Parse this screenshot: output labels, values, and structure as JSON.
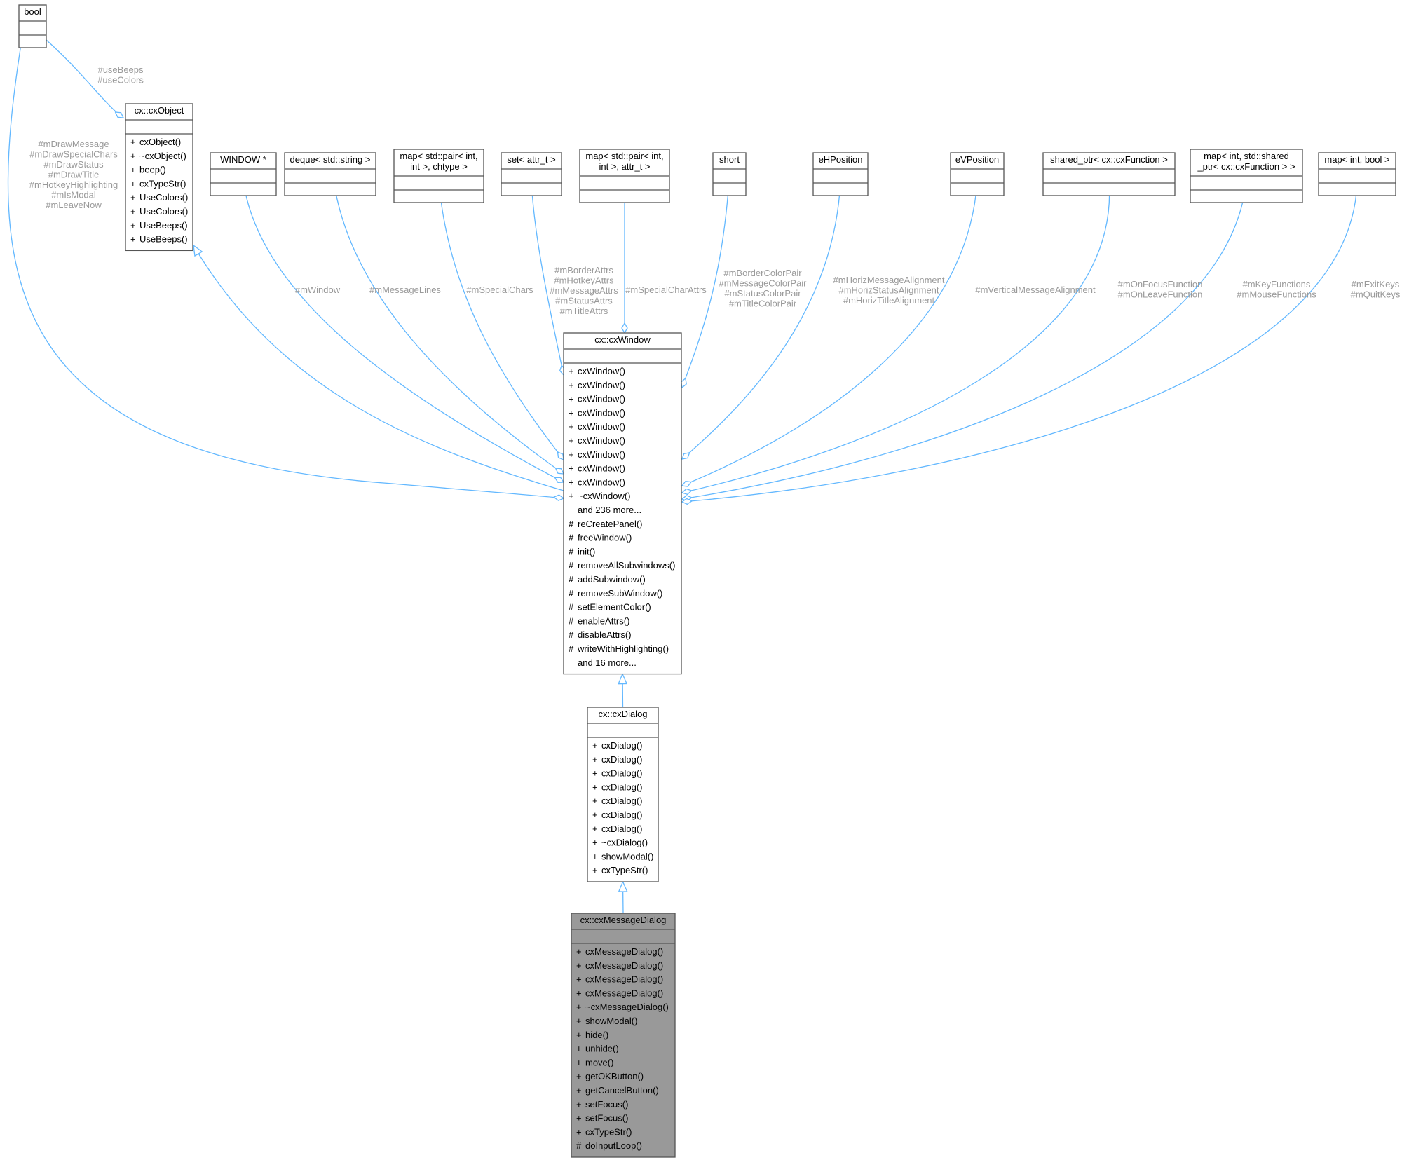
{
  "classes": {
    "bool": {
      "title": [
        "bool"
      ],
      "members": []
    },
    "cxObject": {
      "title": [
        "cx::cxObject"
      ],
      "members": [
        {
          "v": "+",
          "n": "cxObject()"
        },
        {
          "v": "+",
          "n": "~cxObject()"
        },
        {
          "v": "+",
          "n": "beep()"
        },
        {
          "v": "+",
          "n": "cxTypeStr()"
        },
        {
          "v": "+",
          "n": "UseColors()"
        },
        {
          "v": "+",
          "n": "UseColors()"
        },
        {
          "v": "+",
          "n": "UseBeeps()"
        },
        {
          "v": "+",
          "n": "UseBeeps()"
        }
      ]
    },
    "window_ptr": {
      "title": [
        "WINDOW *"
      ],
      "members": []
    },
    "deque": {
      "title": [
        "deque< std::string >"
      ],
      "members": []
    },
    "map_chtype": {
      "title": [
        "map< std::pair< int,",
        "int >, chtype >"
      ],
      "members": []
    },
    "set_attr": {
      "title": [
        "set< attr_t >"
      ],
      "members": []
    },
    "map_attr": {
      "title": [
        "map< std::pair< int,",
        "int >, attr_t >"
      ],
      "members": []
    },
    "short": {
      "title": [
        "short"
      ],
      "members": []
    },
    "ehpos": {
      "title": [
        "eHPosition"
      ],
      "members": []
    },
    "evpos": {
      "title": [
        "eVPosition"
      ],
      "members": []
    },
    "shared_fn": {
      "title": [
        "shared_ptr< cx::cxFunction >"
      ],
      "members": []
    },
    "map_shared": {
      "title": [
        "map< int, std::shared",
        "_ptr< cx::cxFunction > >"
      ],
      "members": []
    },
    "map_bool": {
      "title": [
        "map< int, bool >"
      ],
      "members": []
    },
    "cxWindow": {
      "title": [
        "cx::cxWindow"
      ],
      "members": [
        {
          "v": "+",
          "n": "cxWindow()"
        },
        {
          "v": "+",
          "n": "cxWindow()"
        },
        {
          "v": "+",
          "n": "cxWindow()"
        },
        {
          "v": "+",
          "n": "cxWindow()"
        },
        {
          "v": "+",
          "n": "cxWindow()"
        },
        {
          "v": "+",
          "n": "cxWindow()"
        },
        {
          "v": "+",
          "n": "cxWindow()"
        },
        {
          "v": "+",
          "n": "cxWindow()"
        },
        {
          "v": "+",
          "n": "cxWindow()"
        },
        {
          "v": "+",
          "n": "~cxWindow()"
        },
        {
          "v": "",
          "n": "and 236 more..."
        },
        {
          "v": "#",
          "n": "reCreatePanel()"
        },
        {
          "v": "#",
          "n": "freeWindow()"
        },
        {
          "v": "#",
          "n": "init()"
        },
        {
          "v": "#",
          "n": "removeAllSubwindows()"
        },
        {
          "v": "#",
          "n": "addSubwindow()"
        },
        {
          "v": "#",
          "n": "removeSubWindow()"
        },
        {
          "v": "#",
          "n": "setElementColor()"
        },
        {
          "v": "#",
          "n": "enableAttrs()"
        },
        {
          "v": "#",
          "n": "disableAttrs()"
        },
        {
          "v": "#",
          "n": "writeWithHighlighting()"
        },
        {
          "v": "",
          "n": "and 16 more..."
        }
      ]
    },
    "cxDialog": {
      "title": [
        "cx::cxDialog"
      ],
      "members": [
        {
          "v": "+",
          "n": "cxDialog()"
        },
        {
          "v": "+",
          "n": "cxDialog()"
        },
        {
          "v": "+",
          "n": "cxDialog()"
        },
        {
          "v": "+",
          "n": "cxDialog()"
        },
        {
          "v": "+",
          "n": "cxDialog()"
        },
        {
          "v": "+",
          "n": "cxDialog()"
        },
        {
          "v": "+",
          "n": "cxDialog()"
        },
        {
          "v": "+",
          "n": "~cxDialog()"
        },
        {
          "v": "+",
          "n": "showModal()"
        },
        {
          "v": "+",
          "n": "cxTypeStr()"
        }
      ]
    },
    "cxMessageDialog": {
      "title": [
        "cx::cxMessageDialog"
      ],
      "members": [
        {
          "v": "+",
          "n": "cxMessageDialog()"
        },
        {
          "v": "+",
          "n": "cxMessageDialog()"
        },
        {
          "v": "+",
          "n": "cxMessageDialog()"
        },
        {
          "v": "+",
          "n": "cxMessageDialog()"
        },
        {
          "v": "+",
          "n": "~cxMessageDialog()"
        },
        {
          "v": "+",
          "n": "showModal()"
        },
        {
          "v": "+",
          "n": "hide()"
        },
        {
          "v": "+",
          "n": "unhide()"
        },
        {
          "v": "+",
          "n": "move()"
        },
        {
          "v": "+",
          "n": "getOKButton()"
        },
        {
          "v": "+",
          "n": "getCancelButton()"
        },
        {
          "v": "+",
          "n": "setFocus()"
        },
        {
          "v": "+",
          "n": "setFocus()"
        },
        {
          "v": "+",
          "n": "cxTypeStr()"
        },
        {
          "v": "#",
          "n": "doInputLoop()"
        }
      ]
    }
  },
  "edge_labels": {
    "use_beeps": [
      "#useBeeps",
      "#useColors"
    ],
    "bool_window": [
      "#mDrawMessage",
      "#mDrawSpecialChars",
      "#mDrawStatus",
      "#mDrawTitle",
      "#mHotkeyHighlighting",
      "#mIsModal",
      "#mLeaveNow"
    ],
    "window_ptr": [
      "#mWindow"
    ],
    "deque": [
      "#mMessageLines"
    ],
    "map_chtype": [
      "#mSpecialChars"
    ],
    "set_attr": [
      "#mBorderAttrs",
      "#mHotkeyAttrs",
      "#mMessageAttrs",
      "#mStatusAttrs",
      "#mTitleAttrs"
    ],
    "map_attr": [
      "#mSpecialCharAttrs"
    ],
    "short": [
      "#mBorderColorPair",
      "#mMessageColorPair",
      "#mStatusColorPair",
      "#mTitleColorPair"
    ],
    "ehpos": [
      "#mHorizMessageAlignment",
      "#mHorizStatusAlignment",
      "#mHorizTitleAlignment"
    ],
    "evpos": [
      "#mVerticalMessageAlignment"
    ],
    "shared_fn": [
      "#mOnFocusFunction",
      "#mOnLeaveFunction"
    ],
    "map_shared": [
      "#mKeyFunctions",
      "#mMouseFunctions"
    ],
    "map_bool": [
      "#mExitKeys",
      "#mQuitKeys"
    ]
  },
  "colors": {
    "edge": "#63b8ff",
    "label": "#9a9a9a",
    "box_border": "#555555",
    "highlight_fill": "#999999"
  }
}
